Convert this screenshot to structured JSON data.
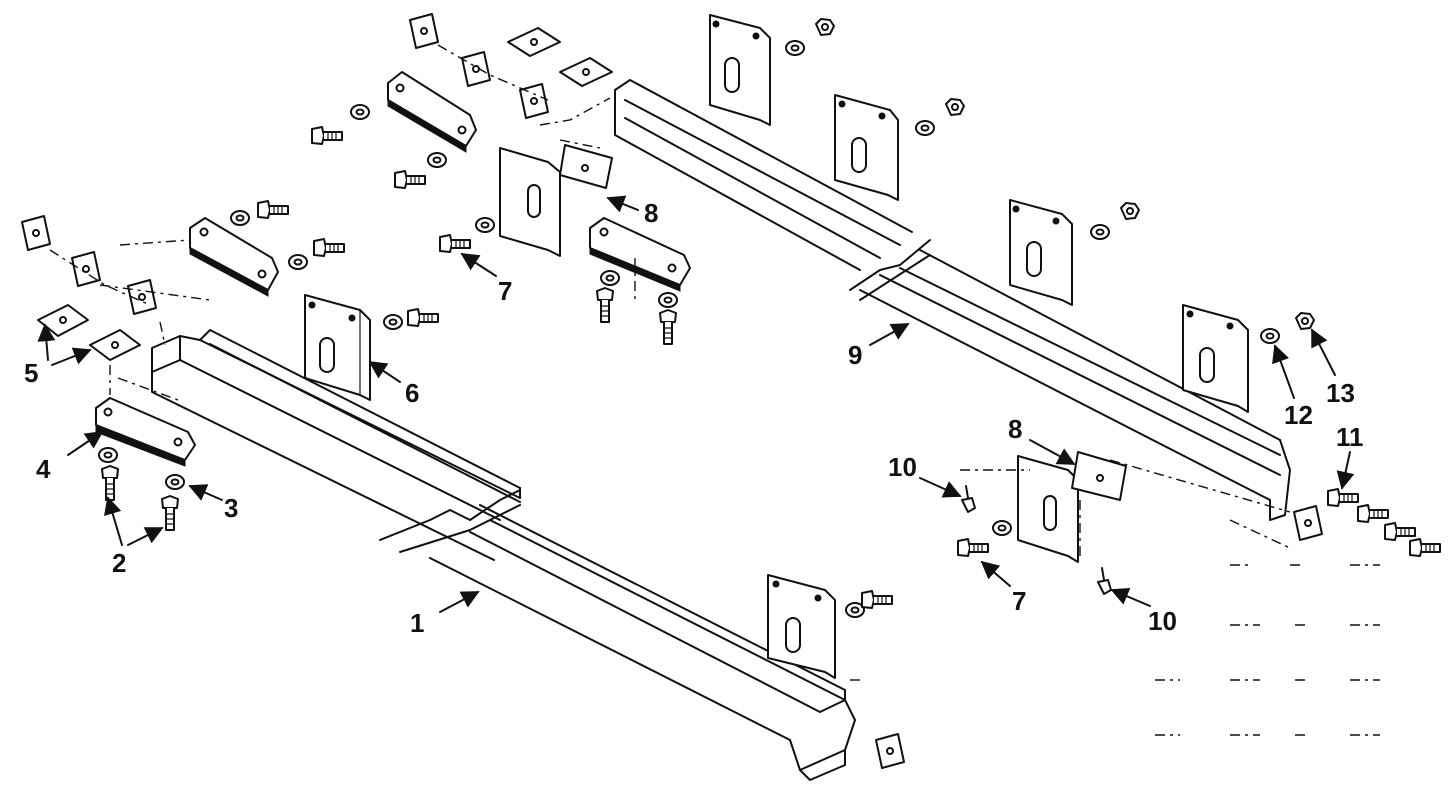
{
  "diagram": {
    "callouts": [
      {
        "id": "c1",
        "text": "1"
      },
      {
        "id": "c2",
        "text": "2"
      },
      {
        "id": "c3",
        "text": "3"
      },
      {
        "id": "c4",
        "text": "4"
      },
      {
        "id": "c5",
        "text": "5"
      },
      {
        "id": "c6",
        "text": "6"
      },
      {
        "id": "c7a",
        "text": "7"
      },
      {
        "id": "c7b",
        "text": "7"
      },
      {
        "id": "c8a",
        "text": "8"
      },
      {
        "id": "c8b",
        "text": "8"
      },
      {
        "id": "c9",
        "text": "9"
      },
      {
        "id": "c10a",
        "text": "10"
      },
      {
        "id": "c10b",
        "text": "10"
      },
      {
        "id": "c11",
        "text": "11"
      },
      {
        "id": "c12",
        "text": "12"
      },
      {
        "id": "c13",
        "text": "13"
      }
    ]
  }
}
